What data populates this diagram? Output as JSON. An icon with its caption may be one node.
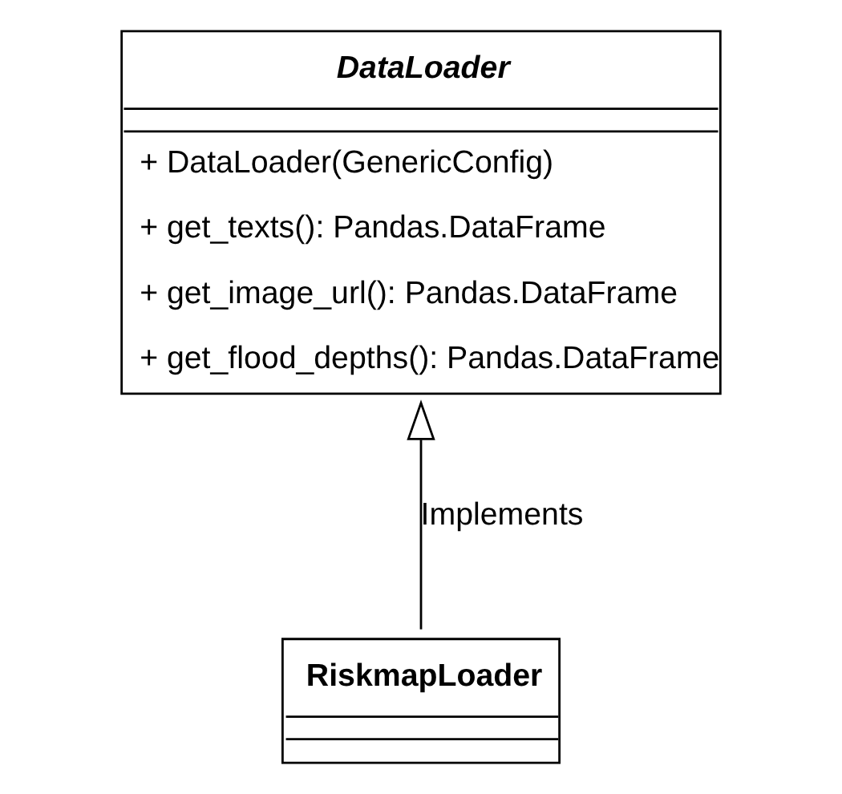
{
  "diagram": {
    "nodes": [
      {
        "text": [
          "DataLoader",
          "+ DataLoader(GenericConfig)",
          "+ get_texts(): Pandas.DataFrame",
          "+ get_image_url(): Pandas.DataFrame",
          "+ get_flood_depths(): Pandas.DataFrame"
        ]
      },
      {
        "text": [
          "RiskmapLoader"
        ]
      }
    ],
    "edges": [
      {
        "from": 1,
        "to": 0,
        "arrow": "to",
        "label": "Implements"
      }
    ]
  }
}
